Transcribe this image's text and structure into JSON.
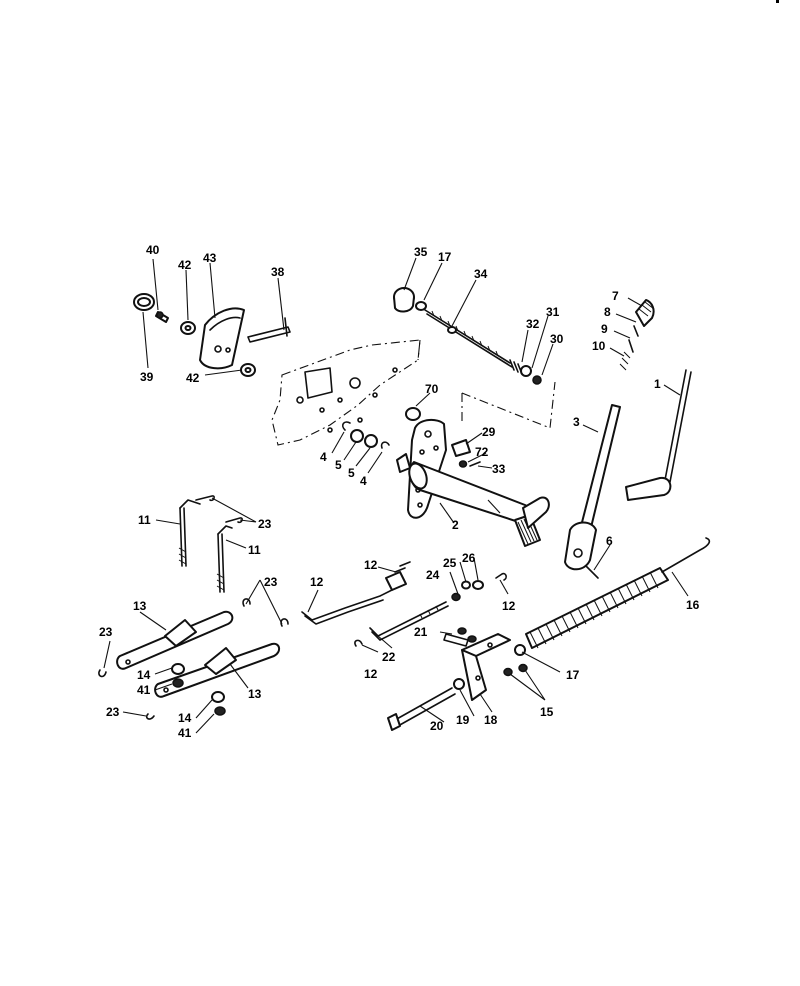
{
  "diagram": {
    "callouts": [
      {
        "id": "c1",
        "text": "1"
      },
      {
        "id": "c2",
        "text": "2"
      },
      {
        "id": "c3",
        "text": "3"
      },
      {
        "id": "c4a",
        "text": "4"
      },
      {
        "id": "c4b",
        "text": "4"
      },
      {
        "id": "c5a",
        "text": "5"
      },
      {
        "id": "c5b",
        "text": "5"
      },
      {
        "id": "c6",
        "text": "6"
      },
      {
        "id": "c7",
        "text": "7"
      },
      {
        "id": "c8",
        "text": "8"
      },
      {
        "id": "c9",
        "text": "9"
      },
      {
        "id": "c10",
        "text": "10"
      },
      {
        "id": "c11a",
        "text": "11"
      },
      {
        "id": "c11b",
        "text": "11"
      },
      {
        "id": "c12a",
        "text": "12"
      },
      {
        "id": "c12b",
        "text": "12"
      },
      {
        "id": "c12c",
        "text": "12"
      },
      {
        "id": "c12d",
        "text": "12"
      },
      {
        "id": "c13a",
        "text": "13"
      },
      {
        "id": "c13b",
        "text": "13"
      },
      {
        "id": "c14a",
        "text": "14"
      },
      {
        "id": "c14b",
        "text": "14"
      },
      {
        "id": "c15",
        "text": "15"
      },
      {
        "id": "c16",
        "text": "16"
      },
      {
        "id": "c17a",
        "text": "17"
      },
      {
        "id": "c17b",
        "text": "17"
      },
      {
        "id": "c18",
        "text": "18"
      },
      {
        "id": "c19",
        "text": "19"
      },
      {
        "id": "c20",
        "text": "20"
      },
      {
        "id": "c21",
        "text": "21"
      },
      {
        "id": "c22",
        "text": "22"
      },
      {
        "id": "c23a",
        "text": "23"
      },
      {
        "id": "c23b",
        "text": "23"
      },
      {
        "id": "c23c",
        "text": "23"
      },
      {
        "id": "c23d",
        "text": "23"
      },
      {
        "id": "c24",
        "text": "24"
      },
      {
        "id": "c25",
        "text": "25"
      },
      {
        "id": "c26",
        "text": "26"
      },
      {
        "id": "c29",
        "text": "29"
      },
      {
        "id": "c30",
        "text": "30"
      },
      {
        "id": "c31",
        "text": "31"
      },
      {
        "id": "c32",
        "text": "32"
      },
      {
        "id": "c33",
        "text": "33"
      },
      {
        "id": "c34",
        "text": "34"
      },
      {
        "id": "c35",
        "text": "35"
      },
      {
        "id": "c38",
        "text": "38"
      },
      {
        "id": "c39",
        "text": "39"
      },
      {
        "id": "c40",
        "text": "40"
      },
      {
        "id": "c41a",
        "text": "41"
      },
      {
        "id": "c41b",
        "text": "41"
      },
      {
        "id": "c42a",
        "text": "42"
      },
      {
        "id": "c42b",
        "text": "42"
      },
      {
        "id": "c43",
        "text": "43"
      },
      {
        "id": "c70",
        "text": "70"
      },
      {
        "id": "c72",
        "text": "72"
      }
    ]
  }
}
